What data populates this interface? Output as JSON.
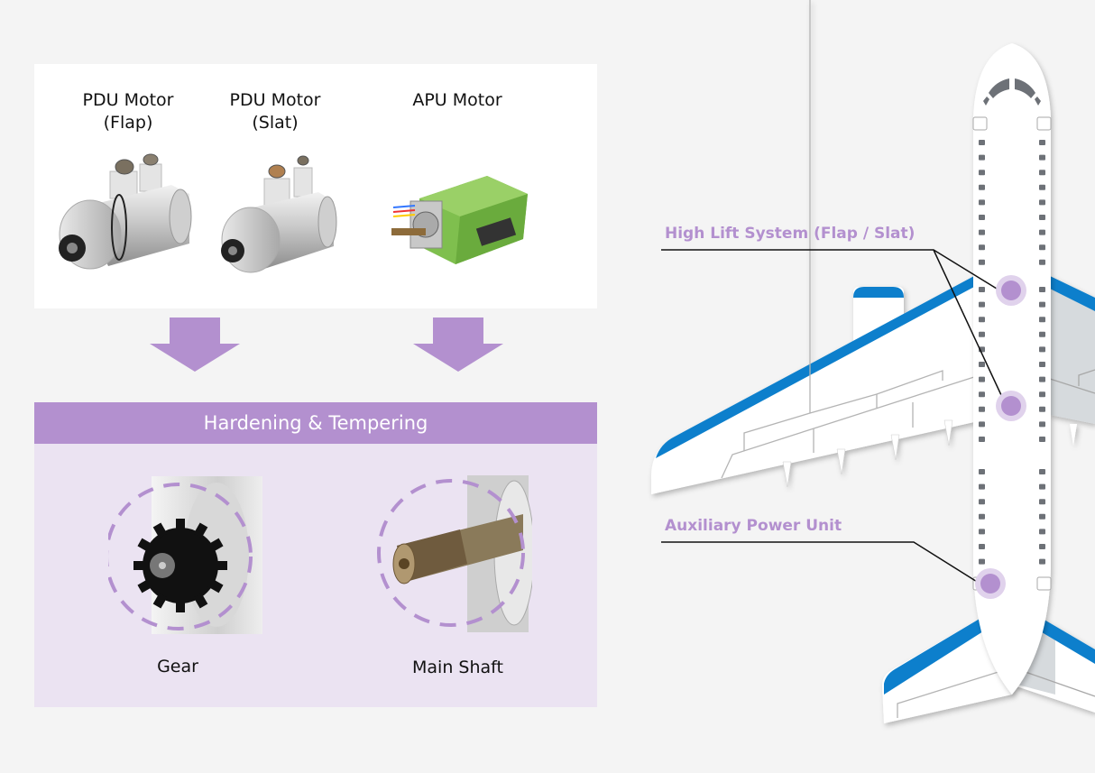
{
  "motors": [
    {
      "line1": "PDU Motor",
      "line2": "(Flap)",
      "icon": "pdu-flap-motor-image"
    },
    {
      "line1": "PDU Motor",
      "line2": "(Slat)",
      "icon": "pdu-slat-motor-image"
    },
    {
      "line1": "APU Motor",
      "line2": "",
      "icon": "apu-motor-image"
    }
  ],
  "process": {
    "title": "Hardening & Tempering",
    "parts": [
      {
        "label": "Gear",
        "icon": "gear-image"
      },
      {
        "label": "Main Shaft",
        "icon": "main-shaft-image"
      }
    ]
  },
  "aircraft": {
    "callouts": [
      {
        "label": "High Lift System (Flap / Slat)",
        "points": 2
      },
      {
        "label": "Auxiliary Power Unit",
        "points": 1
      }
    ]
  },
  "colors": {
    "accent_purple": "#b390cf",
    "light_purple": "#ebe3f2",
    "marker_ring": "#e0d2ec",
    "wing_blue": "#0a7fcc",
    "window_gray": "#6d7177",
    "background": "#f4f4f4"
  }
}
